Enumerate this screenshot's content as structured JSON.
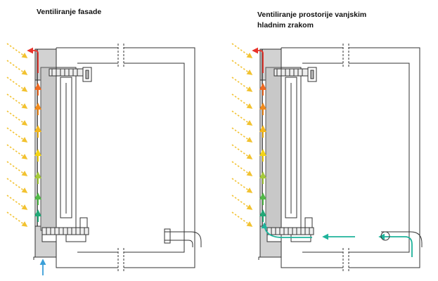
{
  "diagrams": [
    {
      "title_lines": [
        "Ventiliranje fasade"
      ],
      "airflow": "facade-cavity-upward",
      "exhaust": "top-outlet-outside",
      "intake": "bottom-inlet-outside"
    },
    {
      "title_lines": [
        "Ventiliranje prostorije vanjskim",
        "hladnim zrakom"
      ],
      "airflow": "facade-cavity-upward",
      "exhaust": "top-outlet-outside",
      "intake": "cold-outside-air-into-room"
    }
  ],
  "colors": {
    "sun_rays": "#f2c230",
    "insulation": "#c8c8c8",
    "exhaust_arrow": "#e8322a",
    "inlet_arrow": "#3a9fd8",
    "room_air_arrow": "#1fb39b",
    "gradient_arrows": [
      "#ee6a22",
      "#f08a1c",
      "#f4b81d",
      "#f3d417",
      "#a6c93b",
      "#52b948",
      "#22a877"
    ]
  },
  "icons": [
    "sun-ray-icon",
    "airflow-arrow-icon"
  ]
}
